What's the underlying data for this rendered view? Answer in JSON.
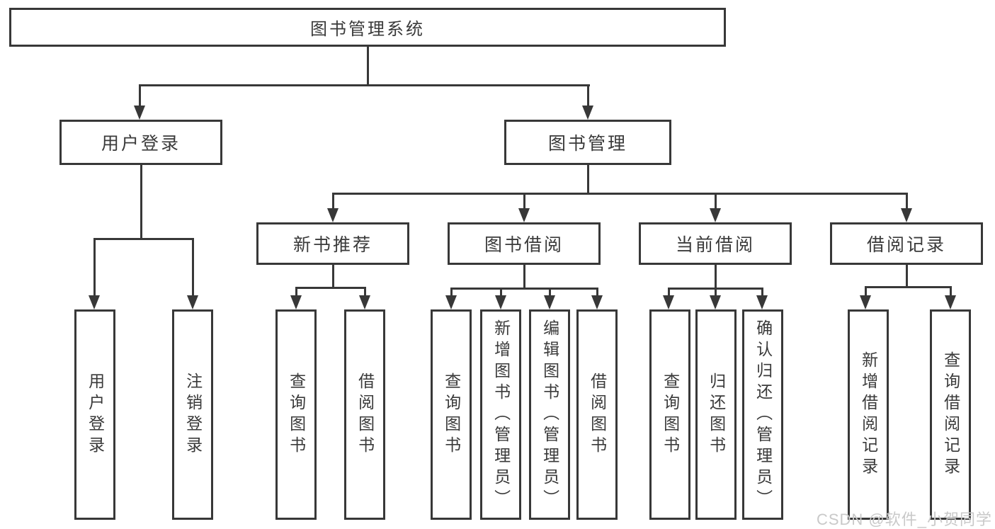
{
  "tree": {
    "root": {
      "label": "图书管理系统"
    },
    "branches": [
      {
        "label": "用户登录",
        "children": [
          {
            "label": "用户登录"
          },
          {
            "label": "注销登录"
          }
        ]
      },
      {
        "label": "图书管理",
        "children": [
          {
            "label": "新书推荐",
            "children": [
              {
                "label": "查询图书"
              },
              {
                "label": "借阅图书"
              }
            ]
          },
          {
            "label": "图书借阅",
            "children": [
              {
                "label": "查询图书"
              },
              {
                "label": "新增图书（管理员）"
              },
              {
                "label": "编辑图书（管理员）"
              },
              {
                "label": "借阅图书"
              }
            ]
          },
          {
            "label": "当前借阅",
            "children": [
              {
                "label": "查询图书"
              },
              {
                "label": "归还图书"
              },
              {
                "label": "确认归还（管理员）"
              }
            ]
          },
          {
            "label": "借阅记录",
            "children": [
              {
                "label": "新增借阅记录"
              },
              {
                "label": "查询借阅记录"
              }
            ]
          }
        ]
      }
    ]
  },
  "watermark": {
    "text": "CSDN @软件_小贺同学",
    "color": "#c9c9c9"
  },
  "colors": {
    "line": "#383838",
    "text": "#3a3a3a",
    "background": "#ffffff"
  }
}
